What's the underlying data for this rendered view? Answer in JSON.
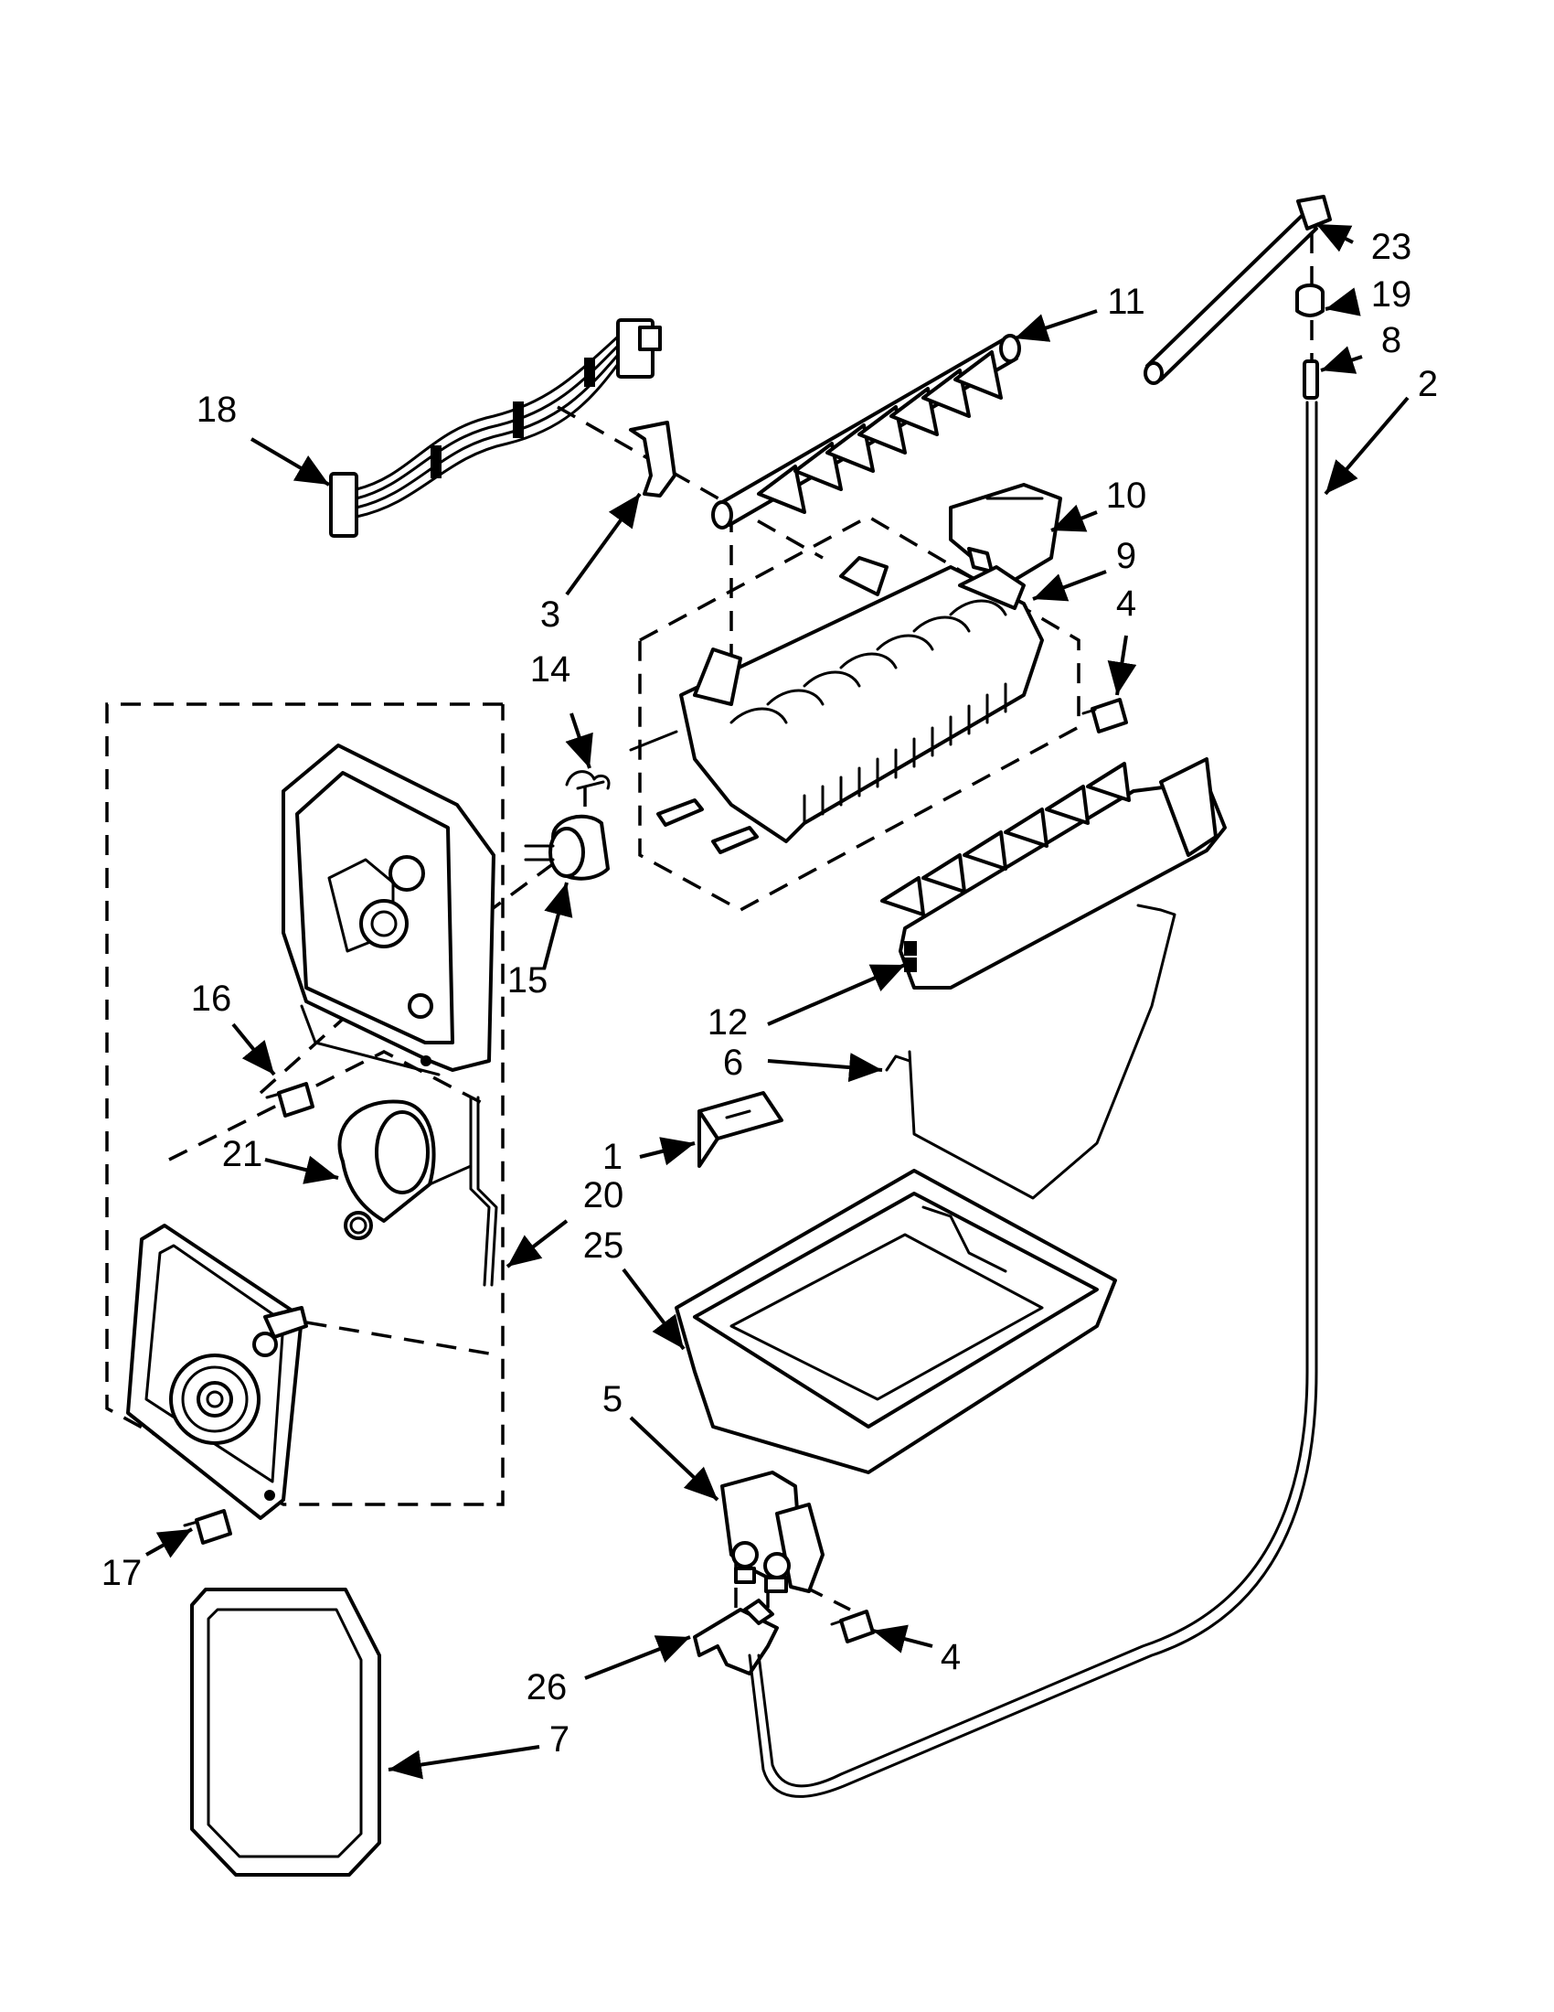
{
  "callouts": {
    "c1": "1",
    "c2": "2",
    "c3": "3",
    "c4a": "4",
    "c4b": "4",
    "c5": "5",
    "c6": "6",
    "c7": "7",
    "c8": "8",
    "c9": "9",
    "c10": "10",
    "c11": "11",
    "c12": "12",
    "c14": "14",
    "c15": "15",
    "c16": "16",
    "c17": "17",
    "c18": "18",
    "c19": "19",
    "c20": "20",
    "c21": "21",
    "c23": "23",
    "c25": "25",
    "c26": "26"
  },
  "colors": {
    "line": "#000000",
    "background": "#ffffff"
  }
}
